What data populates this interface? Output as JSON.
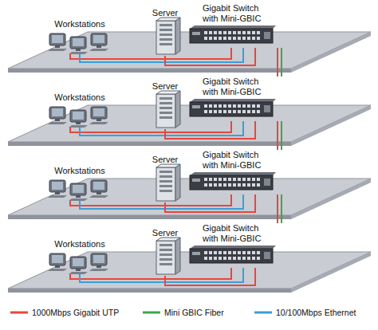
{
  "diagram": {
    "nodes": [
      {
        "text": [
          "Workstations"
        ]
      },
      {
        "text": [
          "Server"
        ]
      },
      {
        "text": [
          "Gigabit Switch with Mini-GBIC"
        ]
      },
      {
        "text": [
          "Workstations"
        ]
      },
      {
        "text": [
          "Server"
        ]
      },
      {
        "text": [
          "Gigabit Switch with Mini-GBIC"
        ]
      },
      {
        "text": [
          "Workstations"
        ]
      },
      {
        "text": [
          "Server"
        ]
      },
      {
        "text": [
          "Gigabit Switch with Mini-GBIC"
        ]
      },
      {
        "text": [
          "Workstations"
        ]
      },
      {
        "text": [
          "Server"
        ]
      },
      {
        "text": [
          "Gigabit Switch with Mini-GBIC"
        ]
      }
    ],
    "edges": [
      {
        "from": 0,
        "to": 2,
        "arrow": "none"
      },
      {
        "from": 0,
        "to": 2,
        "arrow": "none"
      },
      {
        "from": 1,
        "to": 2,
        "arrow": "none"
      },
      {
        "from": 3,
        "to": 5,
        "arrow": "none"
      },
      {
        "from": 3,
        "to": 5,
        "arrow": "none"
      },
      {
        "from": 4,
        "to": 5,
        "arrow": "none"
      },
      {
        "from": 6,
        "to": 8,
        "arrow": "none"
      },
      {
        "from": 6,
        "to": 8,
        "arrow": "none"
      },
      {
        "from": 7,
        "to": 8,
        "arrow": "none"
      },
      {
        "from": 9,
        "to": 11,
        "arrow": "none"
      },
      {
        "from": 9,
        "to": 11,
        "arrow": "none"
      },
      {
        "from": 10,
        "to": 11,
        "arrow": "none"
      },
      {
        "from": 2,
        "to": 5,
        "arrow": "none"
      },
      {
        "from": 2,
        "to": 5,
        "arrow": "none"
      },
      {
        "from": 5,
        "to": 8,
        "arrow": "none"
      },
      {
        "from": 5,
        "to": 8,
        "arrow": "none"
      },
      {
        "from": 8,
        "to": 11,
        "arrow": "none"
      },
      {
        "from": 8,
        "to": 11,
        "arrow": "none"
      }
    ],
    "legend": [
      {
        "text": "1000Mbps Gigabit UTP"
      },
      {
        "text": "Mini GBIC Fiber"
      },
      {
        "text": "10/100Mbps Ethernet"
      }
    ]
  }
}
